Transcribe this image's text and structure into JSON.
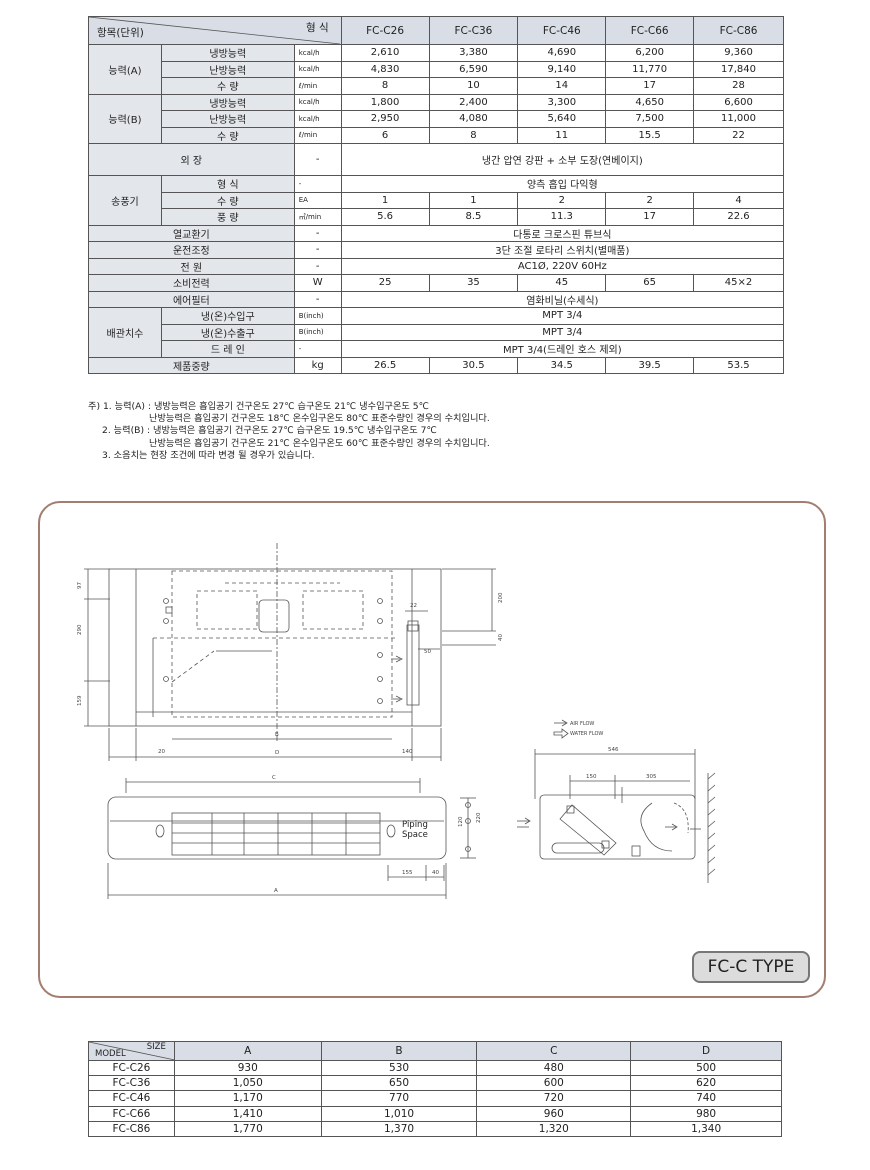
{
  "spec": {
    "header": {
      "item": "항목(단위)",
      "model": "형 식"
    },
    "models": [
      "FC-C26",
      "FC-C36",
      "FC-C46",
      "FC-C66",
      "FC-C86"
    ],
    "capA": {
      "group": "능력(A)",
      "rows": [
        {
          "label": "냉방능력",
          "unit": "kcal/h",
          "vals": [
            "2,610",
            "3,380",
            "4,690",
            "6,200",
            "9,360"
          ]
        },
        {
          "label": "난방능력",
          "unit": "kcal/h",
          "vals": [
            "4,830",
            "6,590",
            "9,140",
            "11,770",
            "17,840"
          ]
        },
        {
          "label": "수 량",
          "unit": "ℓ/min",
          "vals": [
            "8",
            "10",
            "14",
            "17",
            "28"
          ]
        }
      ]
    },
    "capB": {
      "group": "능력(B)",
      "rows": [
        {
          "label": "냉방능력",
          "unit": "kcal/h",
          "vals": [
            "1,800",
            "2,400",
            "3,300",
            "4,650",
            "6,600"
          ]
        },
        {
          "label": "난방능력",
          "unit": "kcal/h",
          "vals": [
            "2,950",
            "4,080",
            "5,640",
            "7,500",
            "11,000"
          ]
        },
        {
          "label": "수 량",
          "unit": "ℓ/min",
          "vals": [
            "6",
            "8",
            "11",
            "15.5",
            "22"
          ]
        }
      ]
    },
    "exterior": {
      "label": "외 장",
      "unit": "-",
      "value": "냉간 압연 강판 + 소부 도장(연베이지)"
    },
    "fan": {
      "group": "송풍기",
      "rows": [
        {
          "label": "형 식",
          "unit": "-",
          "value": "양측 흡입 다익형"
        },
        {
          "label": "수 량",
          "unit": "EA",
          "vals": [
            "1",
            "1",
            "2",
            "2",
            "4"
          ]
        },
        {
          "label": "풍 량",
          "unit": "㎥/min",
          "vals": [
            "5.6",
            "8.5",
            "11.3",
            "17",
            "22.6"
          ]
        }
      ]
    },
    "hex": {
      "label": "열교환기",
      "unit": "-",
      "value": "다통로 크로스핀 튜브식"
    },
    "control": {
      "label": "운전조정",
      "unit": "-",
      "value": "3단 조절 로타리 스위치(별매품)"
    },
    "power": {
      "label": "전 원",
      "unit": "-",
      "value": "AC1Ø, 220V 60Hz"
    },
    "consumption": {
      "label": "소비전력",
      "unit": "W",
      "vals": [
        "25",
        "35",
        "45",
        "65",
        "45×2"
      ]
    },
    "filter": {
      "label": "에어필터",
      "unit": "-",
      "value": "염화비닐(수세식)"
    },
    "piping": {
      "group": "배관치수",
      "rows": [
        {
          "label": "냉(온)수입구",
          "unit": "B(inch)",
          "value": "MPT 3/4"
        },
        {
          "label": "냉(온)수출구",
          "unit": "B(inch)",
          "value": "MPT 3/4"
        },
        {
          "label": "드 레 인",
          "unit": "-",
          "value": "MPT 3/4(드레인 호스 제외)"
        }
      ]
    },
    "weight": {
      "label": "제품중량",
      "unit": "kg",
      "vals": [
        "26.5",
        "30.5",
        "34.5",
        "39.5",
        "53.5"
      ]
    }
  },
  "notes": [
    "주) 1. 능력(A) : 냉방능력은 흡입공기 건구온도 27℃ 습구온도 21℃ 냉수입구온도 5℃",
    "난방능력은 흡입공기 건구온도 18℃ 온수입구온도 80℃ 표준수량인 경우의 수치입니다.",
    "2. 능력(B) : 냉방능력은 흡입공기 건구온도 27℃ 습구온도 19.5℃ 냉수입구온도 7℃",
    "난방능력은 흡입공기 건구온도 21℃ 온수입구온도 60℃ 표준수량인 경우의 수치입니다.",
    "3. 소음치는 현장 조건에 따라 변경 될 경우가 있습니다."
  ],
  "drawing": {
    "dims": {
      "d97": "97",
      "d290": "290",
      "d159": "159",
      "d200": "200",
      "d22": "22",
      "d40": "40",
      "d50": "50",
      "d20": "20",
      "d140": "140",
      "B": "B",
      "D": "D",
      "C": "C",
      "A": "A",
      "d120": "120",
      "d220": "220",
      "d155": "155",
      "d40b": "40",
      "d546": "546",
      "d150": "150",
      "d305": "305"
    },
    "piping_space": [
      "Piping",
      "Space"
    ],
    "legend": {
      "air": "AIR FLOW",
      "water": "WATER FLOW"
    },
    "badge": "FC-C TYPE"
  },
  "size_table": {
    "header": {
      "model": "MODEL",
      "size": "SIZE",
      "cols": [
        "A",
        "B",
        "C",
        "D"
      ]
    },
    "rows": [
      {
        "model": "FC-C26",
        "vals": [
          "930",
          "530",
          "480",
          "500"
        ]
      },
      {
        "model": "FC-C36",
        "vals": [
          "1,050",
          "650",
          "600",
          "620"
        ]
      },
      {
        "model": "FC-C46",
        "vals": [
          "1,170",
          "770",
          "720",
          "740"
        ]
      },
      {
        "model": "FC-C66",
        "vals": [
          "1,410",
          "1,010",
          "960",
          "980"
        ]
      },
      {
        "model": "FC-C86",
        "vals": [
          "1,770",
          "1,370",
          "1,320",
          "1,340"
        ]
      }
    ]
  }
}
